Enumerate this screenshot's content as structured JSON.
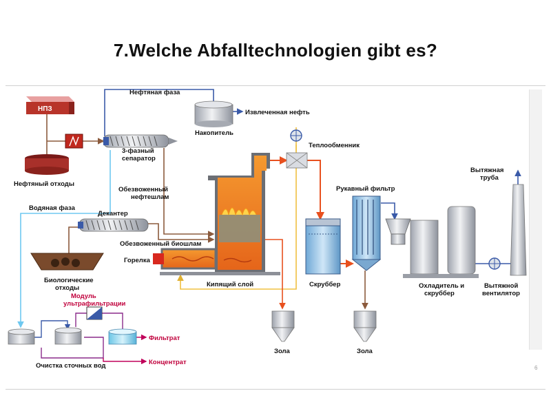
{
  "slide": {
    "title": "7.Welche Abfalltechnologien gibt es?",
    "slide_number": "6"
  },
  "diagram": {
    "labels": {
      "nps": "НПЗ",
      "oil_phase": "Нефтяная фаза",
      "extracted_oil": "Извлеченная нефть",
      "storage": "Накопитель",
      "separator_1": "3-фазный",
      "separator_2": "сепаратор",
      "oil_waste": "Нефтяный отходы",
      "heat_exchanger": "Теплообменник",
      "dewatered_sludge_1": "Обезвоженный",
      "dewatered_sludge_2": "нефтешлам",
      "water_phase": "Водяная фаза",
      "decanter": "Декантер",
      "dewatered_biosludge": "Обезвоженный биошлам",
      "burner": "Горелка",
      "bio_waste_1": "Биологические",
      "bio_waste_2": "отходы",
      "fluidized_bed": "Кипящий слой",
      "bag_filter": "Рукавный фильтр",
      "scrubber": "Скруббер",
      "exhaust_pipe_1": "Вытяжная",
      "exhaust_pipe_2": "труба",
      "cooler_1": "Охладитель и",
      "cooler_2": "скруббер",
      "exhaust_fan_1": "Вытяжной",
      "exhaust_fan_2": "вентилятор",
      "ash_1": "Зола",
      "ash_2": "Зола",
      "uf_module_1": "Модуль",
      "uf_module_2": "ультрафильтрации",
      "filtrate": "Фильтрат",
      "concentrate": "Концентрат",
      "wastewater": "Очистка сточных вод"
    },
    "colors": {
      "flue_gas": "#e8501e",
      "oil_line": "#3a5aa8",
      "water_line": "#6ec8f0",
      "sludge_line": "#8b5a3c",
      "air_line": "#f0c040",
      "purple_line": "#8a2a8a",
      "magenta_line": "#c0005a",
      "furnace_orange": "#f07820",
      "steel": "#b8bcc4",
      "scrubber_blue": "#9ecbea"
    }
  }
}
